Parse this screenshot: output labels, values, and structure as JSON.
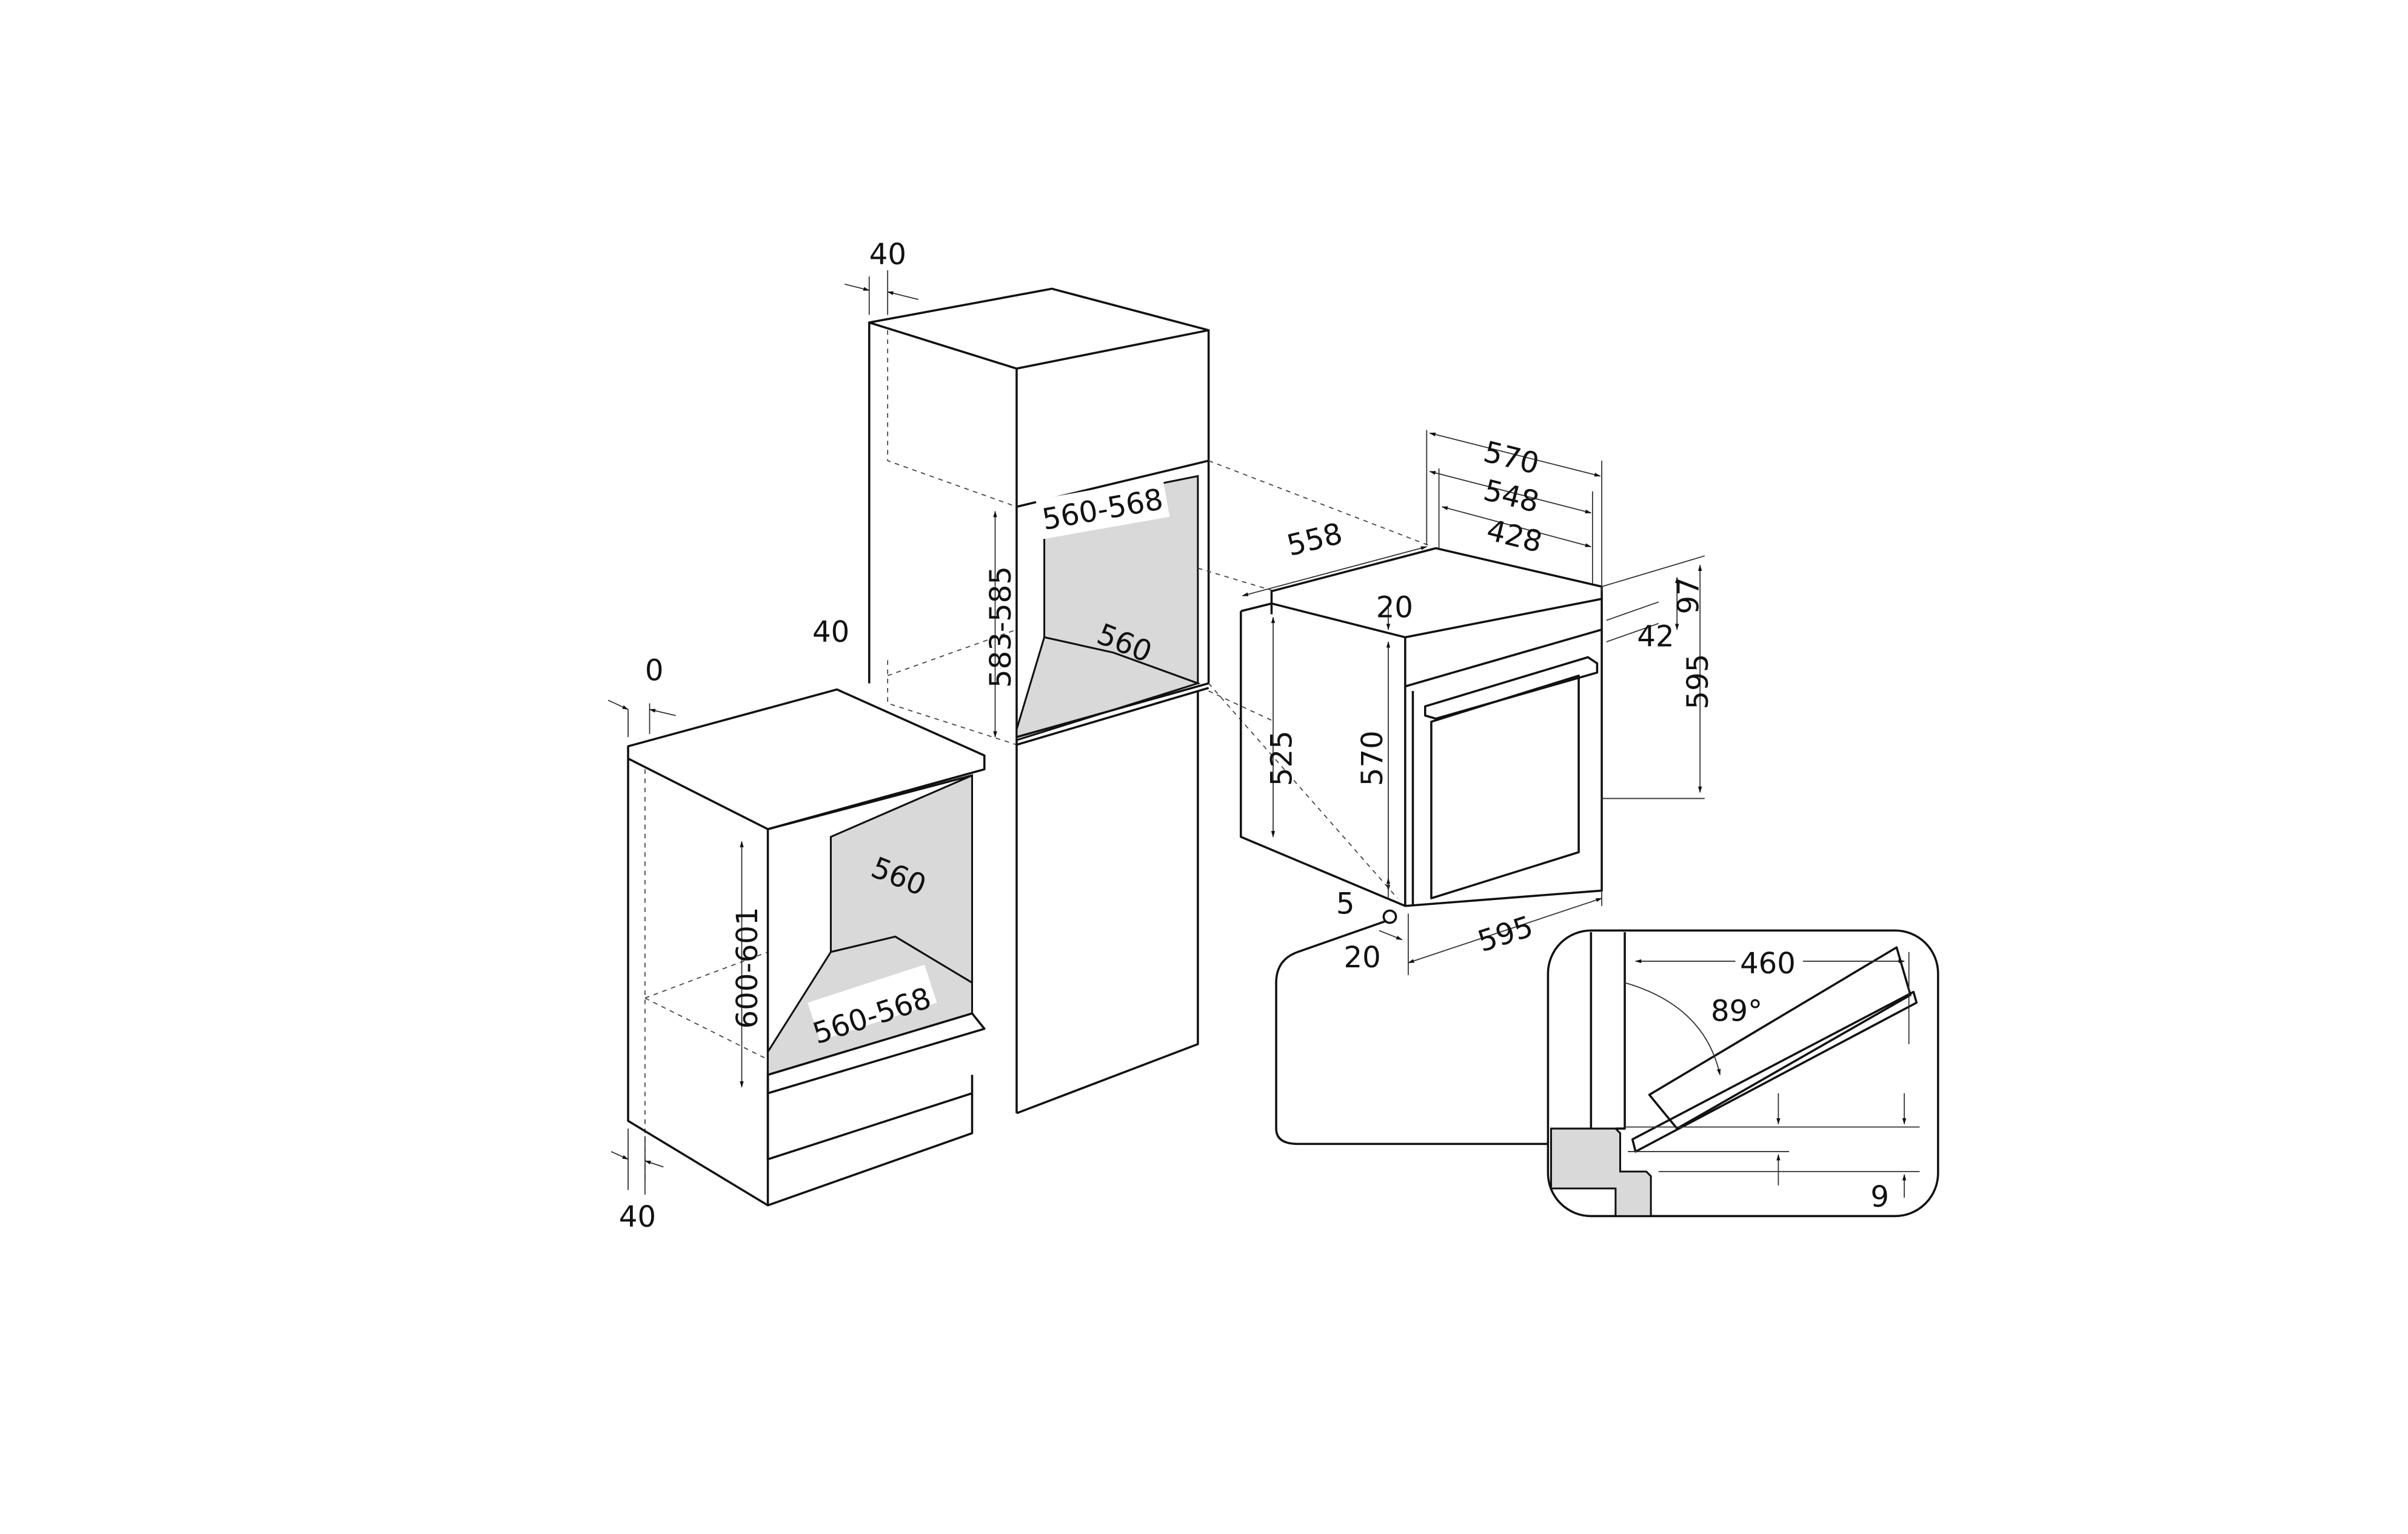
{
  "diagram": {
    "title_hidden": null,
    "tall_cabinet": {
      "top_gap": "40",
      "side_gap": "40",
      "niche_width": "560-568",
      "niche_height": "583-585",
      "niche_depth": "560"
    },
    "base_cabinet": {
      "top_gap": "0",
      "bottom_gap": "40",
      "niche_height": "600-601",
      "niche_depth": "560",
      "niche_width": "560-568"
    },
    "oven": {
      "depth_total": "558",
      "width_570": "570",
      "width_548": "548",
      "width_428": "428",
      "frame_20": "20",
      "panel_97": "97",
      "handle_42": "42",
      "height_595": "595",
      "body_525": "525",
      "body_570": "570",
      "gap_5": "5",
      "offset_20": "20",
      "width_595": "595"
    },
    "door_detail": {
      "opening_depth": "460",
      "opening_angle": "89°",
      "clearance": "9"
    },
    "colors": {
      "line": "#111111",
      "fill": "#d9d9d9"
    }
  }
}
